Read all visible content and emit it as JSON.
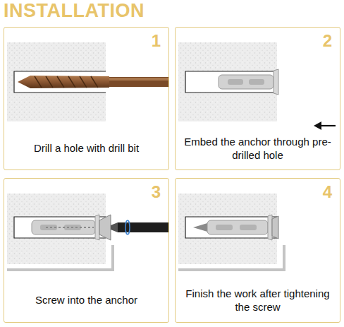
{
  "diagram": {
    "title": "INSTALLATION",
    "nodes": [
      {
        "text": [
          "1",
          "Drill a hole with drill bit"
        ]
      },
      {
        "text": [
          "2",
          "Embed the anchor through pre-drilled hole"
        ]
      },
      {
        "text": [
          "3",
          "Screw into the anchor"
        ]
      },
      {
        "text": [
          "4",
          "Finish the work after tightening the screw"
        ]
      }
    ]
  }
}
